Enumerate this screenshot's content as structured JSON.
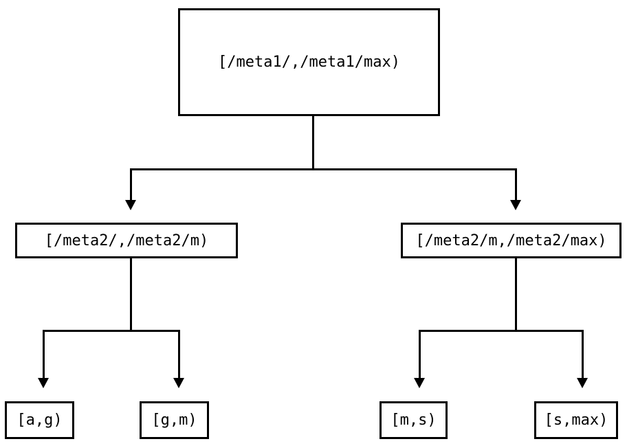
{
  "tree": {
    "root": {
      "label": "[/meta1/,/meta1/max)",
      "children": [
        {
          "label": "[/meta2/,/meta2/m)",
          "children": [
            {
              "label": "[a,g)"
            },
            {
              "label": "[g,m)"
            }
          ]
        },
        {
          "label": "[/meta2/m,/meta2/max)",
          "children": [
            {
              "label": "[m,s)"
            },
            {
              "label": "[s,max)"
            }
          ]
        }
      ]
    },
    "colors": {
      "line": "#000000",
      "text": "#000000",
      "background": "#ffffff"
    }
  }
}
